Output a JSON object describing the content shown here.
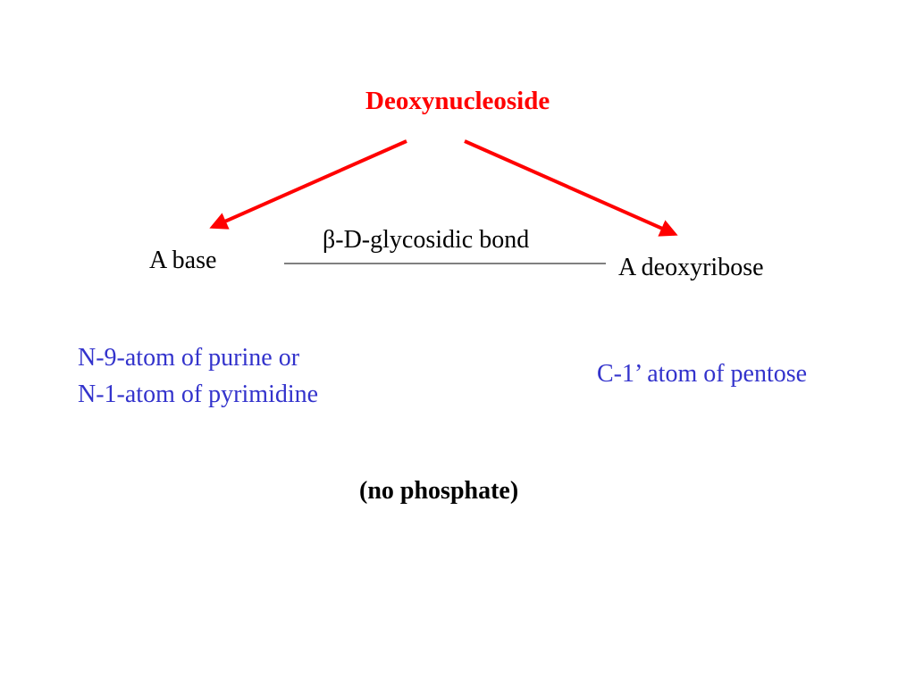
{
  "title": "Deoxynucleoside",
  "bond_label": "β-D-glycosidic bond",
  "left_component": "A base",
  "right_component": "A deoxyribose",
  "left_note": [
    "N-9-atom of purine or",
    "N-1-atom of pyrimidine"
  ],
  "right_note": "C-1’ atom of pentose",
  "footnote": "(no phosphate)",
  "colors": {
    "title": "#ff0000",
    "arrows": "#ff0000",
    "notes": "#3333cc",
    "text": "#000000"
  }
}
